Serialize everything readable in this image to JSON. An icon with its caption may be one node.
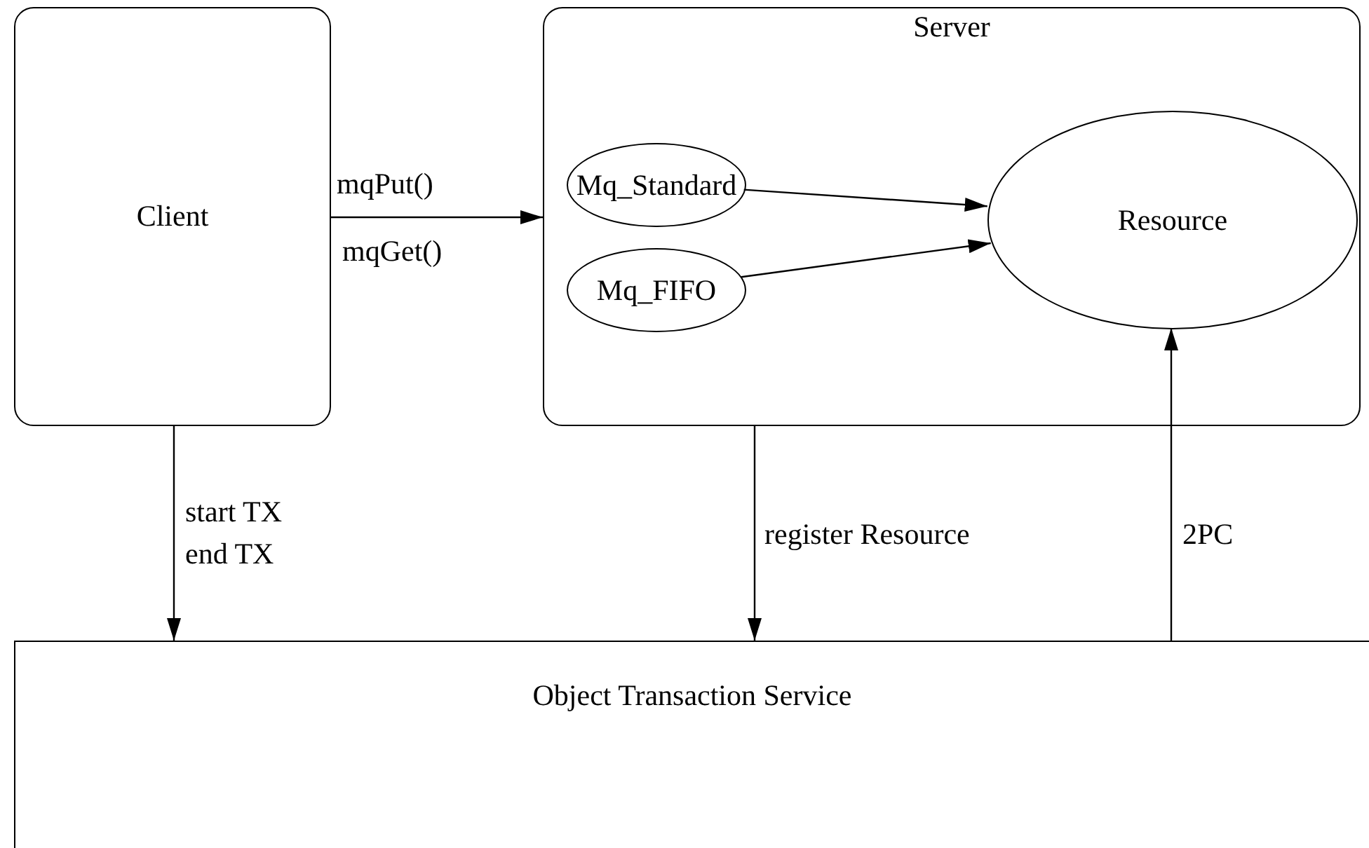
{
  "diagram": {
    "nodes": [
      {
        "text": [
          "Client"
        ]
      },
      {
        "text": [
          "Server"
        ]
      },
      {
        "text": [
          "Mq_Standard"
        ],
        "in": 1
      },
      {
        "text": [
          "Mq_FIFO"
        ],
        "in": 1
      },
      {
        "text": [
          "Resource"
        ],
        "in": 1
      },
      {
        "text": [
          "Object Transaction Service"
        ]
      }
    ],
    "edges": [
      {
        "from": 0,
        "to": 1,
        "arrow": "to",
        "label": "mqPut()"
      },
      {
        "from": 2,
        "to": 4,
        "arrow": "to"
      },
      {
        "from": 3,
        "to": 4,
        "arrow": "to"
      },
      {
        "from": 0,
        "to": 5,
        "arrow": "to",
        "label": "start TX end TX"
      },
      {
        "from": 1,
        "to": 5,
        "arrow": "to",
        "label": "register Resource"
      },
      {
        "from": 5,
        "to": 4,
        "arrow": "to",
        "label": "2PC"
      }
    ],
    "labels": [
      "mqGet()"
    ]
  }
}
